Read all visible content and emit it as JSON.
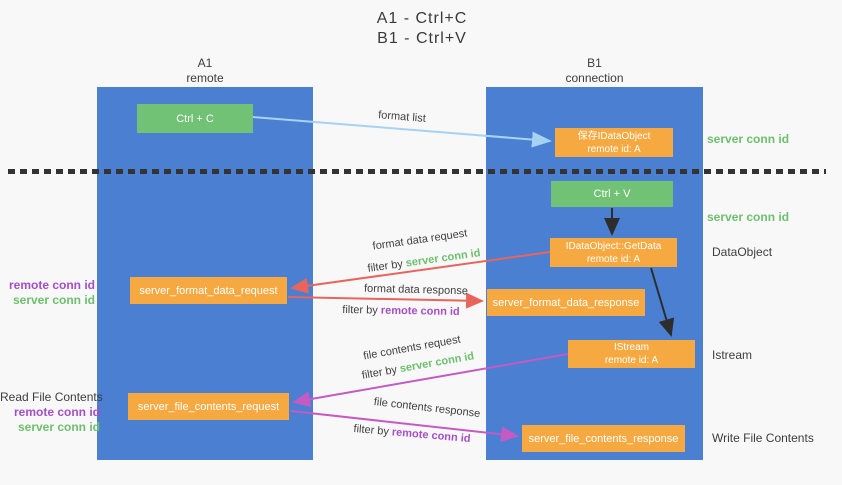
{
  "title": {
    "line1": "A1 - Ctrl+C",
    "line2": "B1 - Ctrl+V"
  },
  "lifelines": {
    "a1": {
      "name": "A1",
      "role": "remote"
    },
    "b1": {
      "name": "B1",
      "role": "connection"
    }
  },
  "boxes": {
    "ctrl_c": {
      "label": "Ctrl + C"
    },
    "save_idataobject": {
      "line1": "保存IDataObject",
      "line2": "remote id: A"
    },
    "ctrl_v": {
      "label": "Ctrl + V"
    },
    "idataobject_getdata": {
      "line1": "IDataObject::GetData",
      "line2": "remote id: A"
    },
    "server_format_data_request": {
      "label": "server_format_data_request"
    },
    "server_format_data_response": {
      "label": "server_format_data_response"
    },
    "istream": {
      "line1": "IStream",
      "line2": "remote id: A"
    },
    "server_file_contents_request": {
      "label": "server_file_contents_request"
    },
    "server_file_contents_response": {
      "label": "server_file_contents_response"
    }
  },
  "arrow_labels": {
    "format_list": "format list",
    "format_data_request": "format data request",
    "format_data_response": "format data response",
    "file_contents_request": "file contents request",
    "file_contents_response": "file contents response",
    "filter_by": "filter by",
    "server_conn_id": "server conn id",
    "remote_conn_id": "remote conn id"
  },
  "side_labels": {
    "server_conn_id_top": "server conn id",
    "server_conn_id_mid": "server conn id",
    "dataobject": "DataObject",
    "istream": "Istream",
    "write_file_contents": "Write File Contents",
    "read_file_contents": "Read File Contents",
    "remote_conn_id": "remote conn id",
    "server_conn_id": "server conn id"
  },
  "colors": {
    "lifeline_blue": "#4a7fd1",
    "box_green": "#72c275",
    "box_orange": "#f7a941",
    "arrow_light_blue": "#a7d3f2",
    "arrow_red": "#e8655c",
    "arrow_magenta": "#c45ac4",
    "arrow_black": "#2d2d2d",
    "text_green": "#6dbf6d",
    "text_purple": "#a64ec8",
    "background": "#f8f8f8"
  }
}
